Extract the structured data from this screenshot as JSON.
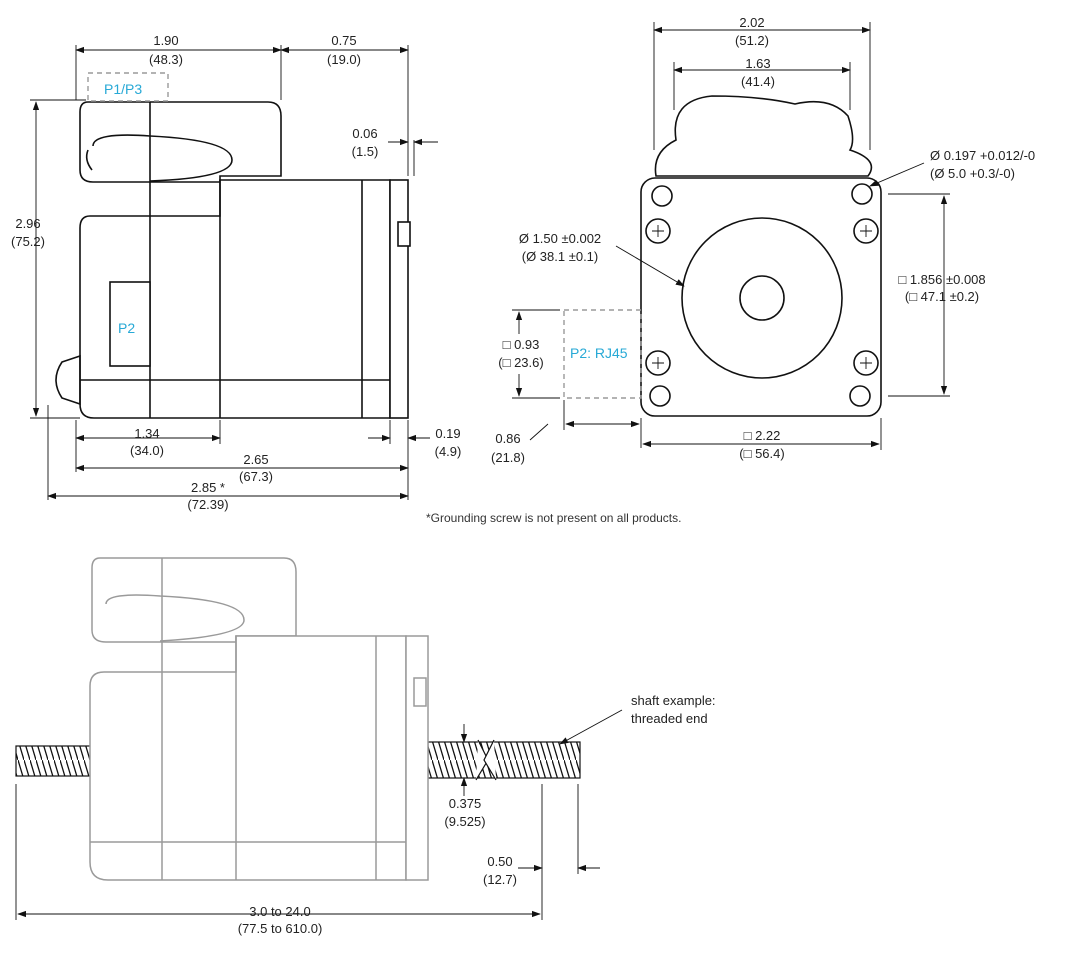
{
  "side_view": {
    "dim_top_left": [
      "1.90",
      "(48.3)"
    ],
    "dim_top_right": [
      "0.75",
      "(19.0)"
    ],
    "dim_shaft_step": [
      "0.06",
      "(1.5)"
    ],
    "dim_height": [
      "2.96",
      "(75.2)"
    ],
    "label_p1p3": "P1/P3",
    "label_p2": "P2",
    "dim_bottom_134": [
      "1.34",
      "(34.0)"
    ],
    "dim_bottom_019": [
      "0.19",
      "(4.9)"
    ],
    "dim_bottom_265": [
      "2.65",
      "(67.3)"
    ],
    "dim_bottom_285": [
      "2.85 *",
      "(72.39)"
    ]
  },
  "front_view": {
    "dim_width_top": [
      "2.02",
      "(51.2)"
    ],
    "dim_width_inner": [
      "1.63",
      "(41.4)"
    ],
    "dim_hole": [
      "Ø 0.197 +0.012/-0",
      "(Ø 5.0 +0.3/-0)"
    ],
    "dim_pilot": [
      "Ø 1.50 ±0.002",
      "(Ø 38.1 ±0.1)"
    ],
    "dim_bolt_square": [
      "□ 1.856 ±0.008",
      "(□ 47.1 ±0.2)"
    ],
    "dim_rj45_height": [
      "□ 0.93",
      "(□ 23.6)"
    ],
    "label_rj45": "P2: RJ45",
    "dim_rj45_offset": [
      "0.86",
      "(21.8)"
    ],
    "dim_flange": [
      "□ 2.22",
      "(□ 56.4)"
    ]
  },
  "footnote": "*Grounding screw is not present on all products.",
  "threaded_view": {
    "callout": [
      "shaft example:",
      "threaded end"
    ],
    "dim_thread_dia": [
      "0.375",
      "(9.525)"
    ],
    "dim_end": [
      "0.50",
      "(12.7)"
    ],
    "dim_length": [
      "3.0 to 24.0",
      "(77.5 to 610.0)"
    ]
  }
}
